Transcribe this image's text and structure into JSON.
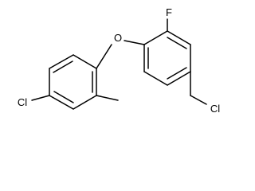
{
  "molecule": {
    "atoms": {
      "chlorine_aryl": "Cl",
      "oxygen_ether": "O",
      "fluorine": "F",
      "chlorine_benzylic": "Cl"
    }
  }
}
